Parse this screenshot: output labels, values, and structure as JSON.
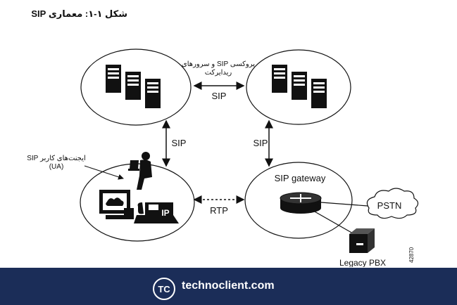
{
  "title": "شکل ۱-۱: معماری SIP",
  "labels": {
    "proxy_line1": "پروکسی SIP و سرورهای",
    "proxy_line2": "ریدایرکت",
    "sip_top": "SIP",
    "sip_left": "SIP",
    "sip_right": "SIP",
    "ua_line1": "ایجنت‌های کاربر SIP",
    "ua_line2": "(UA)",
    "rtp": "RTP",
    "gateway": "SIP gateway",
    "pstn": "PSTN",
    "pbx": "Legacy PBX",
    "phone": "IP",
    "fig_id": "42870"
  },
  "footer": {
    "brand": "technoclient.com",
    "logo_text": "TC"
  },
  "colors": {
    "footer_bg": "#1b2d58",
    "line": "#111111",
    "fill": "#111111"
  }
}
